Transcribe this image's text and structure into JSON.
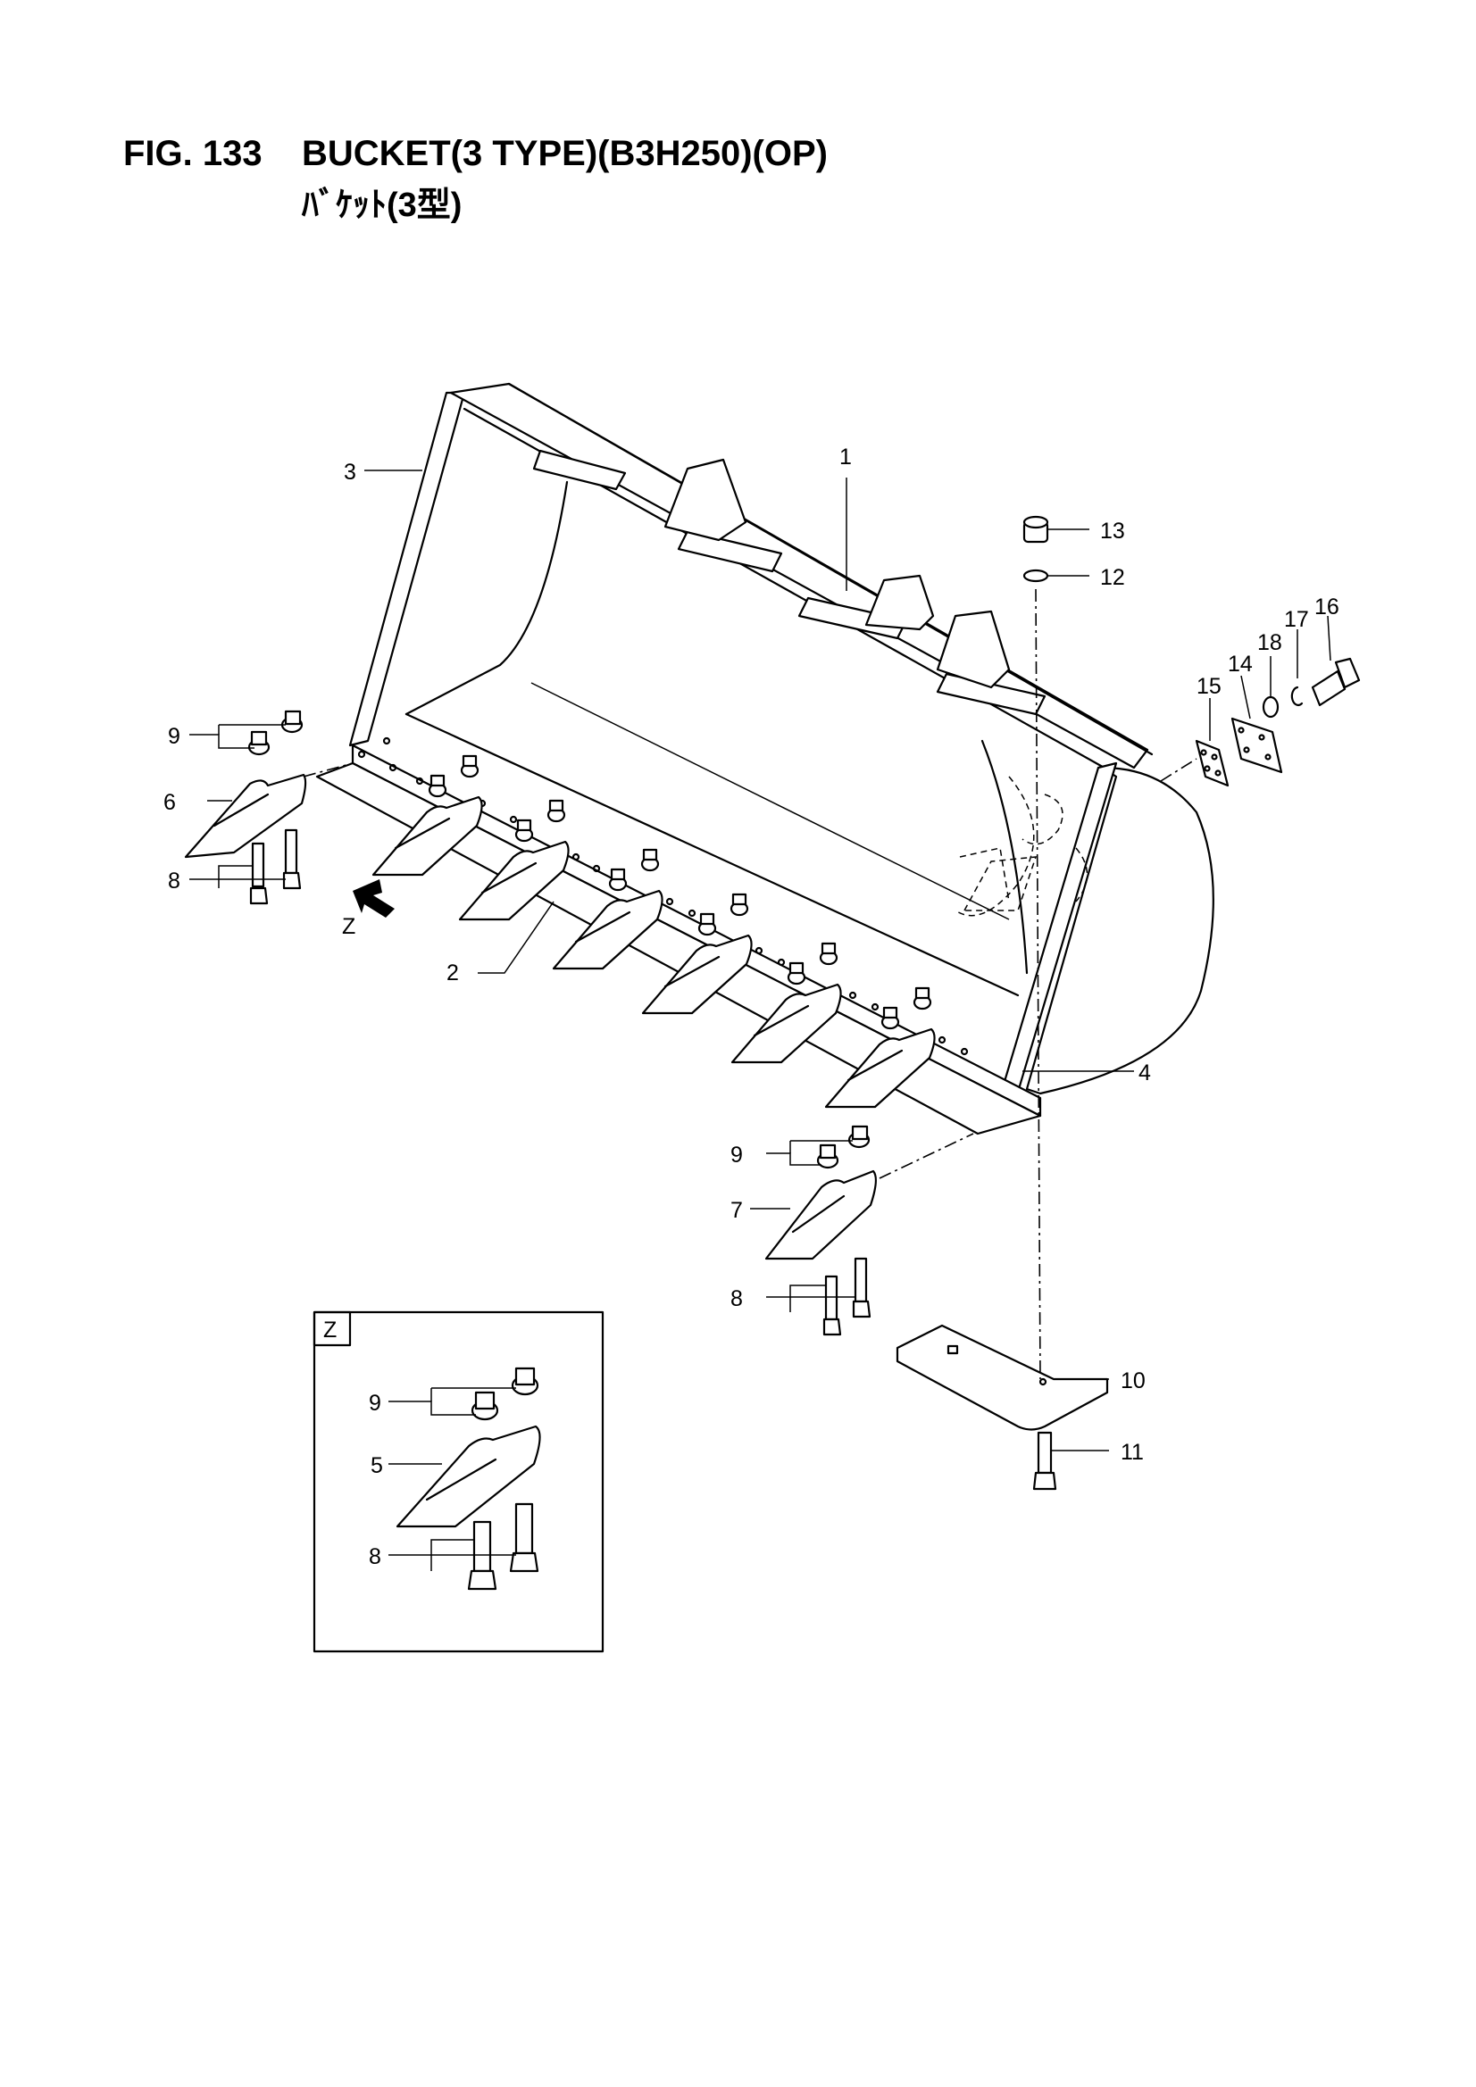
{
  "figure": {
    "number": "FIG. 133",
    "title": "BUCKET(3 TYPE)(B3H250)(OP)",
    "subtitle": "ﾊﾞｹｯﾄ(3型)"
  },
  "detail_view": {
    "label": "Z"
  },
  "view_arrow": {
    "label": "Z"
  },
  "callouts": [
    {
      "id": "c1",
      "label": "1"
    },
    {
      "id": "c2",
      "label": "2"
    },
    {
      "id": "c3",
      "label": "3"
    },
    {
      "id": "c4",
      "label": "4"
    },
    {
      "id": "c5",
      "label": "5"
    },
    {
      "id": "c6",
      "label": "6"
    },
    {
      "id": "c7",
      "label": "7"
    },
    {
      "id": "c8a",
      "label": "8"
    },
    {
      "id": "c8b",
      "label": "8"
    },
    {
      "id": "c8c",
      "label": "8"
    },
    {
      "id": "c9a",
      "label": "9"
    },
    {
      "id": "c9b",
      "label": "9"
    },
    {
      "id": "c9c",
      "label": "9"
    },
    {
      "id": "c10",
      "label": "10"
    },
    {
      "id": "c11",
      "label": "11"
    },
    {
      "id": "c12",
      "label": "12"
    },
    {
      "id": "c13",
      "label": "13"
    },
    {
      "id": "c14",
      "label": "14"
    },
    {
      "id": "c15",
      "label": "15"
    },
    {
      "id": "c16",
      "label": "16"
    },
    {
      "id": "c17",
      "label": "17"
    },
    {
      "id": "c18",
      "label": "18"
    }
  ]
}
